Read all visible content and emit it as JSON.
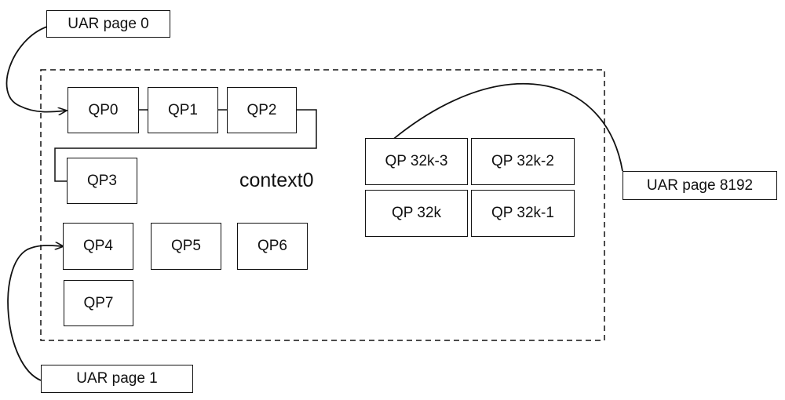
{
  "diagram": {
    "context_label": "context0",
    "uar_pages": {
      "page0": "UAR page 0",
      "page1": "UAR page 1",
      "page8192": "UAR page 8192"
    },
    "queue_pairs": {
      "qp0": "QP0",
      "qp1": "QP1",
      "qp2": "QP2",
      "qp3": "QP3",
      "qp4": "QP4",
      "qp5": "QP5",
      "qp6": "QP6",
      "qp7": "QP7",
      "qp32k_3": "QP 32k-3",
      "qp32k_2": "QP 32k-2",
      "qp32k": "QP 32k",
      "qp32k_1": "QP 32k-1"
    }
  }
}
